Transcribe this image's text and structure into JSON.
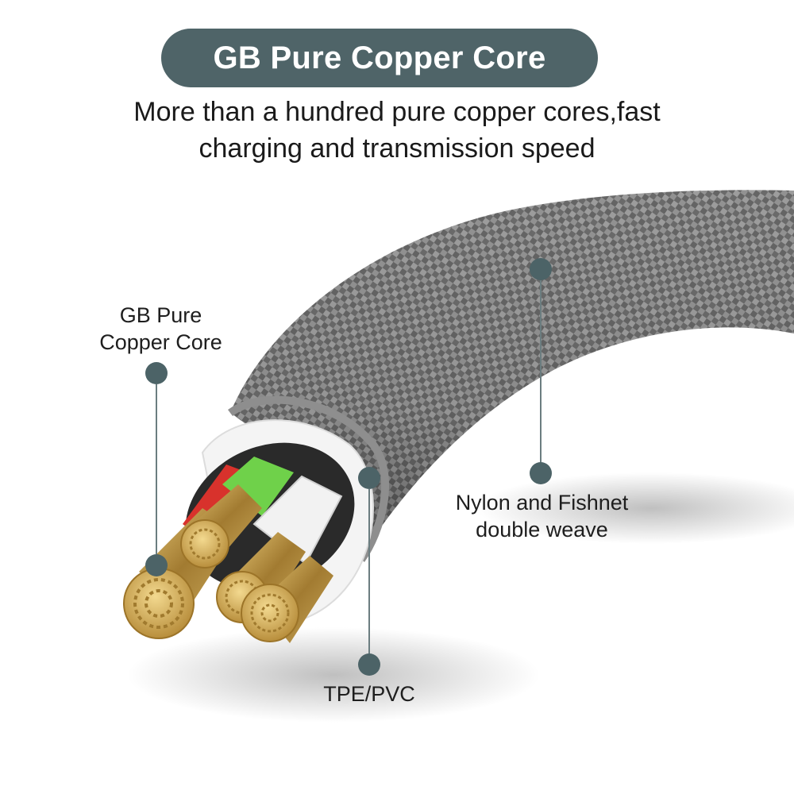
{
  "header": {
    "title": "GB Pure Copper Core",
    "subtitle_lines": [
      "More than a hundred pure copper cores,fast",
      "charging and transmission speed"
    ]
  },
  "callouts": {
    "copper_core": [
      "GB Pure",
      "Copper Core"
    ],
    "weave": [
      "Nylon and Fishnet",
      "double weave"
    ],
    "insulation": "TPE/PVC"
  },
  "colors": {
    "pill": "#4f6468",
    "dot": "#4c6367",
    "braid": "#8a8a8a",
    "copper": "#c9a85a",
    "wire_green": "#6fd14a",
    "wire_red": "#d8322c",
    "wire_white": "#f2f2f2"
  },
  "icons": [
    "callout-dot-icon"
  ]
}
